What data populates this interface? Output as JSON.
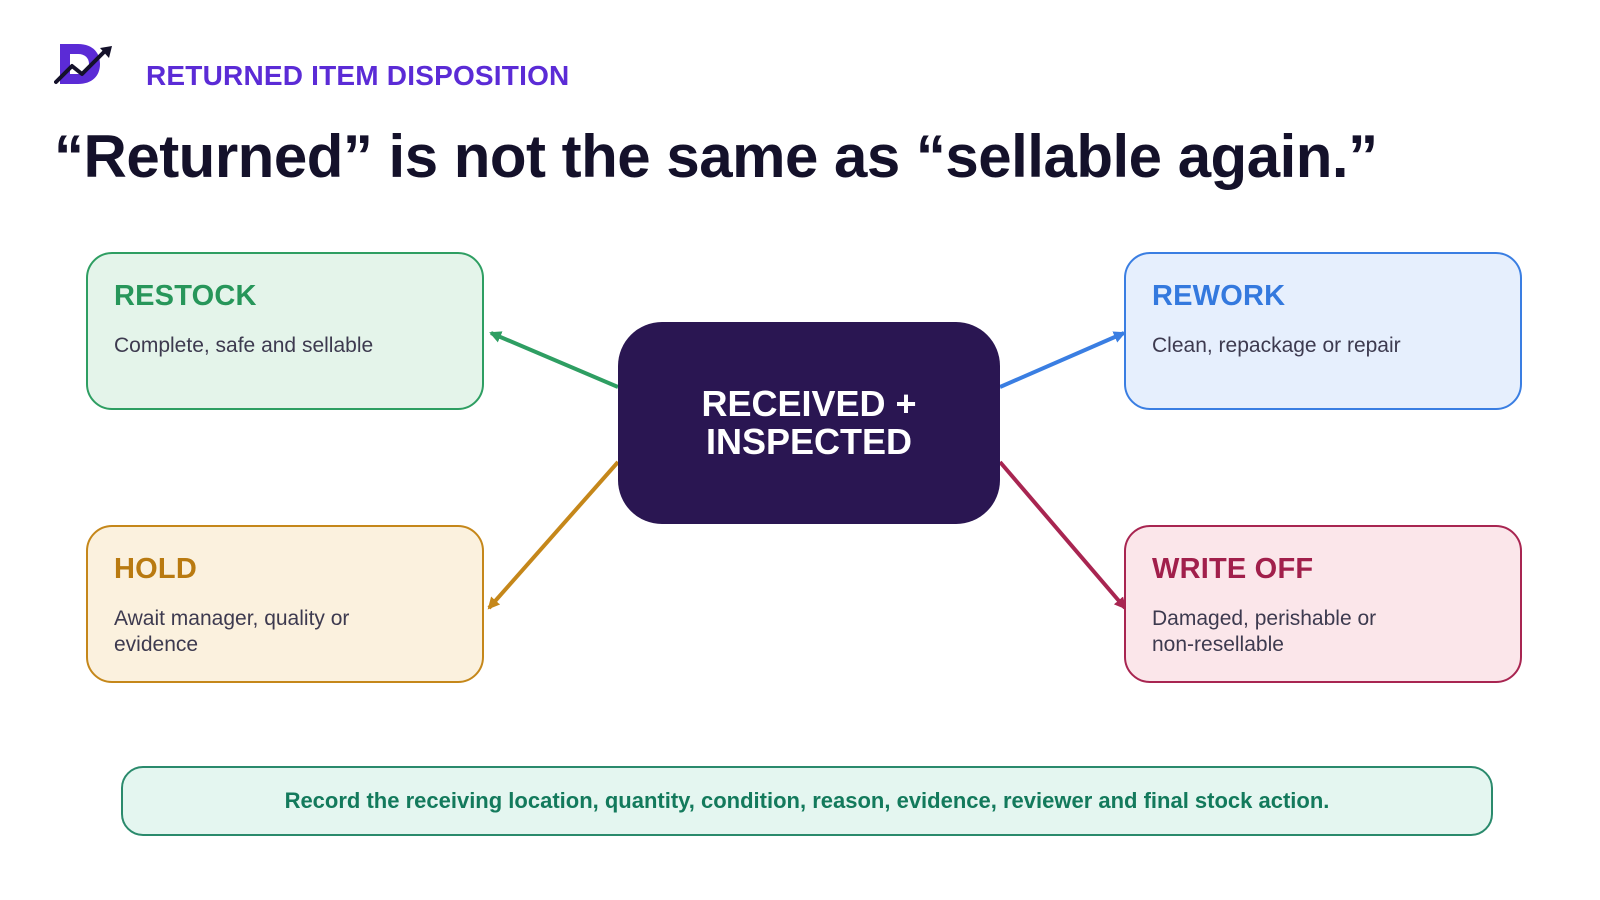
{
  "header": {
    "logo_icon": "brand-logo-icon",
    "eyebrow": "RETURNED ITEM DISPOSITION",
    "headline": "“Returned” is not the same as “sellable again.”"
  },
  "diagram": {
    "center": {
      "label": "RECEIVED +\nINSPECTED",
      "color": "#2a1652"
    },
    "outcomes": {
      "restock": {
        "title": "RESTOCK",
        "description": "Complete, safe and sellable",
        "color": "#2e9e62"
      },
      "rework": {
        "title": "REWORK",
        "description": "Clean, repackage or repair",
        "color": "#3a7ee2"
      },
      "hold": {
        "title": "HOLD",
        "description": "Await manager, quality or evidence",
        "color": "#c5871a"
      },
      "writeoff": {
        "title": "WRITE OFF",
        "description": "Damaged, perishable or non-resellable",
        "color": "#a82551"
      }
    }
  },
  "footer": {
    "note": "Record the receiving location, quantity, condition, reason, evidence, reviewer and final stock action."
  },
  "colors": {
    "brand": "#5b2bd6",
    "headline": "#14112a"
  }
}
